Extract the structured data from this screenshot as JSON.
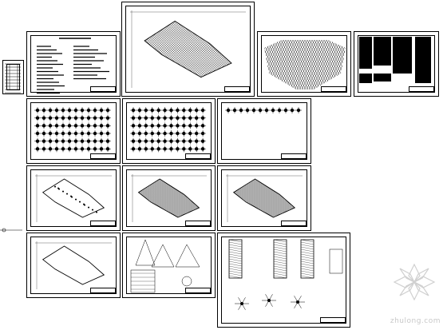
{
  "watermark": {
    "text": "zhulong.com"
  },
  "colors": {
    "line": "#000000",
    "watermark": "#c8c8c8",
    "background": "#ffffff"
  },
  "drawing_set": {
    "sheets": [
      {
        "id": "index-table",
        "kind": "index-table"
      },
      {
        "id": "design-notes",
        "kind": "notes"
      },
      {
        "id": "roof-plan-large",
        "kind": "diamond-grid"
      },
      {
        "id": "space-frame-elevation",
        "kind": "dense-hatch"
      },
      {
        "id": "black-panels",
        "kind": "black-blocks"
      },
      {
        "id": "node-detail-grid-1",
        "kind": "node-grid"
      },
      {
        "id": "node-detail-grid-2",
        "kind": "node-grid"
      },
      {
        "id": "node-detail-grid-3",
        "kind": "node-strip"
      },
      {
        "id": "column-layout-plan",
        "kind": "diamond-sparse"
      },
      {
        "id": "grid-layout-plan-1",
        "kind": "diamond-grid"
      },
      {
        "id": "grid-layout-plan-2",
        "kind": "diamond-grid"
      },
      {
        "id": "foundation-plan",
        "kind": "diamond-outline"
      },
      {
        "id": "support-details",
        "kind": "details"
      },
      {
        "id": "section-details",
        "kind": "sections"
      }
    ]
  }
}
